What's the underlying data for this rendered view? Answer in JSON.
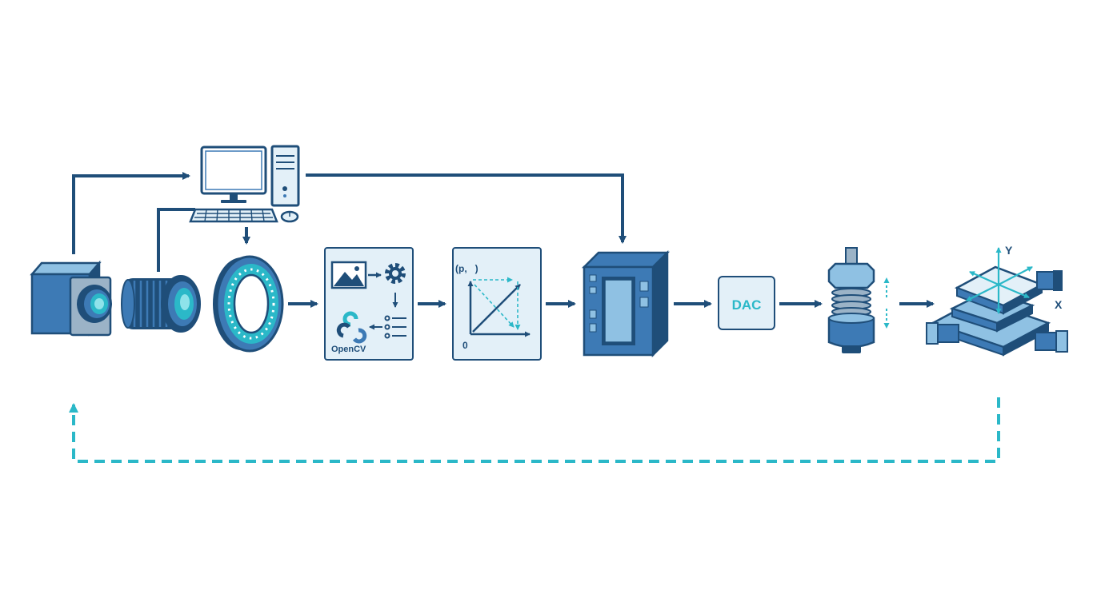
{
  "labels": {
    "software": "OpenCV",
    "mapping_top": "(p,   )",
    "mapping_origin": "0",
    "dac": "DAC",
    "axis_y": "Y",
    "axis_x": "X"
  },
  "colors": {
    "navy": "#1f4e79",
    "blue": "#3d7ab5",
    "light_blue": "#8fc1e3",
    "pale_fill": "#e3f0f8",
    "teal": "#2bb8c8",
    "grey_metal": "#9bb3c7"
  }
}
